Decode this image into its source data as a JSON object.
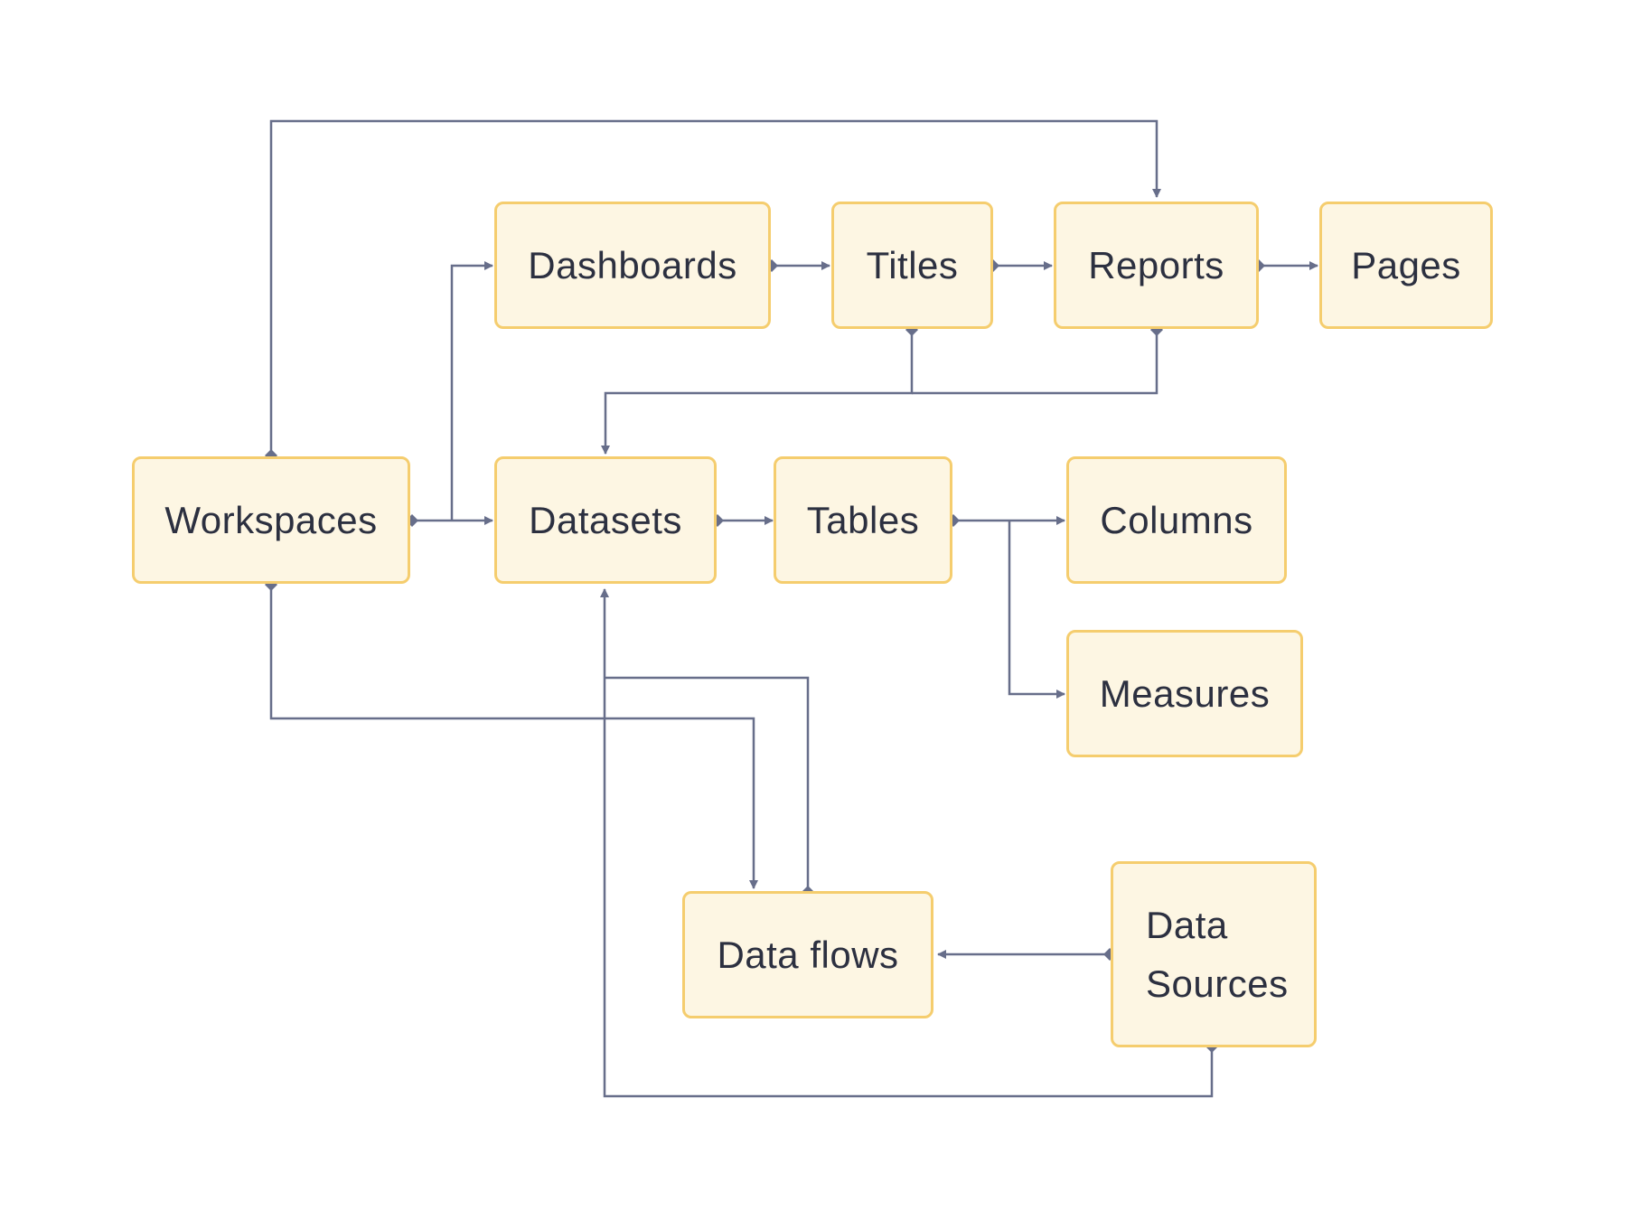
{
  "diagram": {
    "nodes": {
      "workspaces": "Workspaces",
      "dashboards": "Dashboards",
      "titles": "Titles",
      "reports": "Reports",
      "pages": "Pages",
      "datasets": "Datasets",
      "tables": "Tables",
      "columns": "Columns",
      "measures": "Measures",
      "data_flows": "Data flows",
      "data_sources": "Data\nSources"
    },
    "connections": [
      {
        "from": "Workspaces",
        "to": "Reports"
      },
      {
        "from": "Workspaces",
        "to": "Dashboards"
      },
      {
        "from": "Workspaces",
        "to": "Datasets"
      },
      {
        "from": "Workspaces",
        "to": "Data flows"
      },
      {
        "from": "Dashboards",
        "to": "Titles"
      },
      {
        "from": "Titles",
        "to": "Reports"
      },
      {
        "from": "Reports",
        "to": "Pages"
      },
      {
        "from": "Titles",
        "to": "Datasets"
      },
      {
        "from": "Reports",
        "to": "Datasets"
      },
      {
        "from": "Datasets",
        "to": "Tables"
      },
      {
        "from": "Tables",
        "to": "Columns"
      },
      {
        "from": "Tables",
        "to": "Measures"
      },
      {
        "from": "Data flows",
        "to": "Datasets"
      },
      {
        "from": "Data Sources",
        "to": "Data flows"
      },
      {
        "from": "Data Sources",
        "to": "Datasets"
      }
    ],
    "colors": {
      "node_fill": "#fdf6e3",
      "node_border": "#f5cd6e",
      "connector": "#676e8a",
      "text": "#2c3040"
    }
  }
}
